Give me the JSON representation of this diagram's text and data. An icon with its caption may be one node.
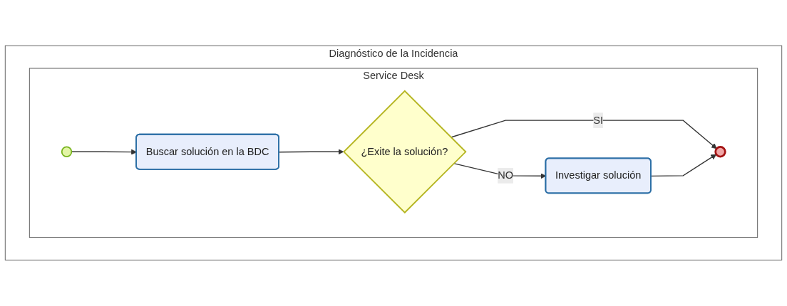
{
  "diagram": {
    "nodes": [
      {
        "text": [
          "Diagnóstico de la Incidencia"
        ]
      },
      {
        "text": [
          "Service Desk"
        ],
        "in": 0
      },
      {
        "text": [],
        "shape": "circle",
        "in": 1
      },
      {
        "text": [
          "Buscar solución en la BDC"
        ],
        "in": 1
      },
      {
        "text": [
          "¿Exite la solución?"
        ],
        "in": 1
      },
      {
        "text": [
          "Investigar solución"
        ],
        "in": 1
      },
      {
        "text": [],
        "shape": "circle",
        "in": 1
      }
    ],
    "edges": [
      {
        "from": 2,
        "to": 3,
        "arrow": "to"
      },
      {
        "from": 3,
        "to": 4,
        "arrow": "to"
      },
      {
        "from": 4,
        "to": 5,
        "arrow": "to",
        "label": "NO"
      },
      {
        "from": 4,
        "to": 6,
        "arrow": "to",
        "label": "SI"
      },
      {
        "from": 5,
        "to": 6,
        "arrow": "to"
      }
    ]
  }
}
